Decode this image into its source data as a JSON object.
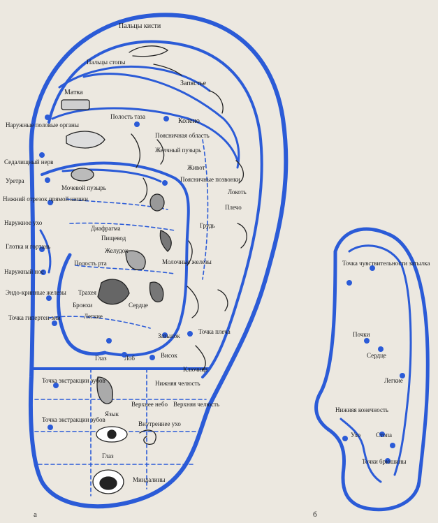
{
  "colors": {
    "outline": "#2b5bd7",
    "dot": "#2b5bd7",
    "paper": "#ece8e0",
    "ink": "#1a1a1a"
  },
  "figure_a": {
    "caption": "а",
    "labels": {
      "fingers": "Пальцы кисти",
      "toes": "Пальцы стопы",
      "wrist": "Запястье",
      "uterus": "Матка",
      "pelvic_cavity": "Полость таза",
      "knee": "Колено",
      "external_genitals": "Наружные половые органы",
      "lumbar_region": "Поясничная область",
      "gallbladder": "Желчный пузырь",
      "sciatic_nerve": "Седалищный нерв",
      "abdomen": "Живот",
      "lumbar_vertebrae": "Поясничные позвонки",
      "urethra": "Уретра",
      "bladder": "Мочевой пузырь",
      "elbow": "Локоть",
      "rectum_lower": "Нижний отрезок прямой кишки",
      "shoulder": "Плечо",
      "outer_ear": "Наружное ухо",
      "diaphragm": "Диафрагма",
      "chest": "Грудь",
      "esophagus": "Пищевод",
      "throat_larynx": "Глотка и гортань",
      "stomach": "Желудок",
      "external_nose": "Наружный нос",
      "mouth_cavity": "Полость рта",
      "mammary_glands": "Молочные железы",
      "endocrine_glands": "Эндо-кринные железы",
      "trachea": "Трахея",
      "bronchi": "Бронхи",
      "heart": "Сердце",
      "lungs": "Легкие",
      "hypertension_point": "Точка гипертен-зии",
      "occiput": "Затылок",
      "shoulder_point": "Точка плеча",
      "eye_small": "Глаз",
      "forehead": "Лоб",
      "temple": "Висок",
      "clavicle": "Ключица",
      "teeth_extraction_1": "Точка экстракции зубов",
      "tongue": "Язык",
      "lower_jaw": "Нижняя челюсть",
      "upper_palate": "Верхнее небо",
      "upper_jaw": "Верхняя челюсть",
      "teeth_extraction_2": "Точка экстракции зубов",
      "inner_ear": "Внутреннее ухо",
      "eye": "Глаз",
      "tonsils": "Миндалины"
    }
  },
  "figure_b": {
    "caption": "б",
    "labels": {
      "occiput_sensitivity": "Точка чувствительности затылка",
      "kidneys": "Почки",
      "heart": "Сердце",
      "lungs": "Легкие",
      "lower_limb": "Нижняя конечность",
      "ear": "Ухо",
      "foot": "Стопа",
      "peritoneum_points": "Точки брюшины"
    }
  }
}
